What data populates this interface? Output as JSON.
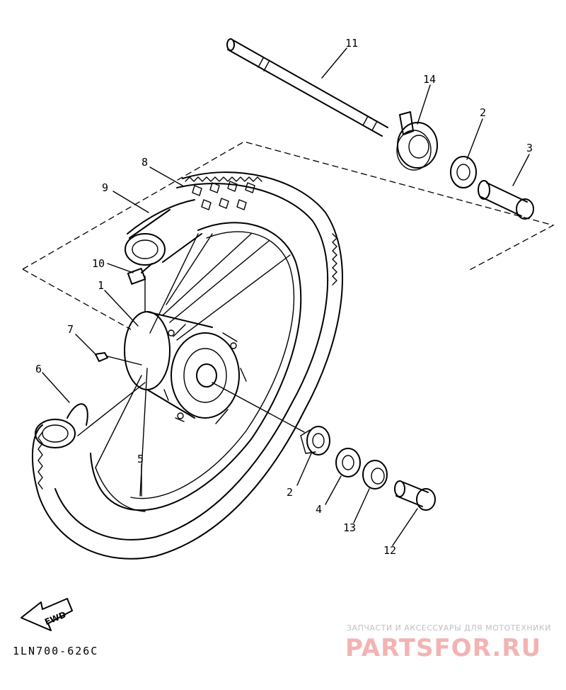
{
  "diagram": {
    "drawing_code": "1LN700-626C",
    "fwd_label": "FWD",
    "callouts": [
      "11",
      "14",
      "2",
      "3",
      "8",
      "9",
      "10",
      "1",
      "7",
      "6",
      "5",
      "2",
      "4",
      "13",
      "12"
    ]
  },
  "watermark": {
    "tagline": "ЗАПЧАСТИ И АКСЕССУАРЫ ДЛЯ МОТОТЕХНИКИ",
    "brand": "PARTSFOR.RU",
    "color": "#f3b3b3"
  }
}
